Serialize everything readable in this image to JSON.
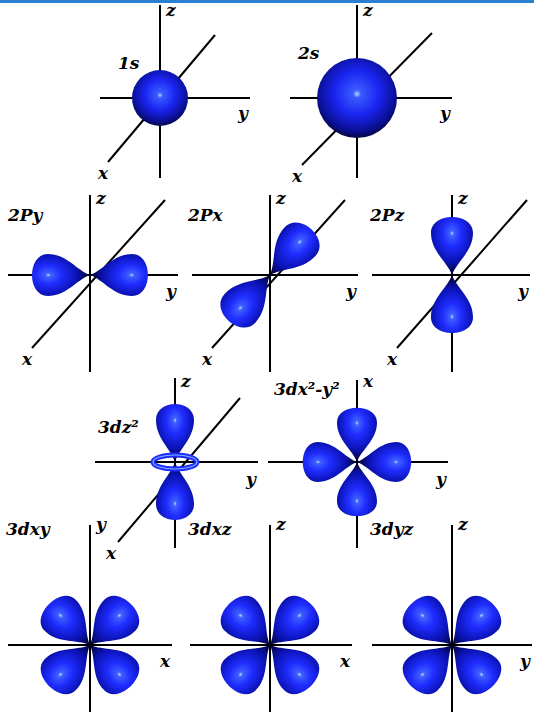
{
  "diagram": {
    "labels": [
      "1s",
      "z",
      "y",
      "x",
      "2s",
      "z",
      "y",
      "x",
      "2Py",
      "z",
      "y",
      "x",
      "2Px",
      "z",
      "y",
      "x",
      "2Pz",
      "z",
      "y",
      "x",
      "3dz²",
      "z",
      "y",
      "x",
      "3dx²-y²",
      "x",
      "y",
      "3dxy",
      "y",
      "x",
      "3dxz",
      "z",
      "x",
      "3dyz",
      "z",
      "y"
    ]
  }
}
